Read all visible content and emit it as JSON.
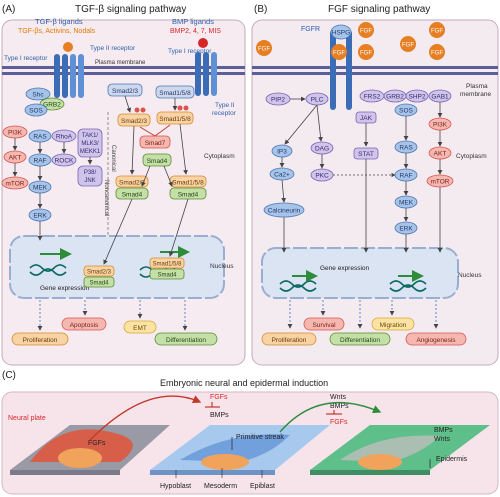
{
  "panelA": {
    "letter": "(A)",
    "title": "TGF-β signaling pathway",
    "ligands_head": "TGF-β ligands",
    "ligands_list": "TGF-βs, Activins, Nodals",
    "type_i": "Type I receptor",
    "type_ii": "Type II receptor",
    "plasma_membrane": "Plasma membrane",
    "bmp_head": "BMP ligands",
    "bmp_list": "BMP2, 4, 7, MIS",
    "type_i_right": "Type I receptor",
    "type_ii_right_1": "Type II",
    "type_ii_right_2": "receptor",
    "shc": "Shc",
    "grb2": "GRB2",
    "sos": "SOS",
    "smad23_top": "Smad2/3",
    "smad158_top": "Smad1/5/8",
    "smad23_p": "Smad2/3",
    "smad158_p": "Smad1/5/8",
    "smad7": "Smad7",
    "smad4": "Smad4",
    "smad23_mid": "Smad2/3",
    "smad4_mid_left": "Smad4",
    "smad158_mid": "Smad1/5/8",
    "smad4_mid_right": "Smad4",
    "pi3k": "PI3K",
    "akt": "AKT",
    "mtor": "mTOR",
    "ras": "RAS",
    "raf": "RAF",
    "mek": "MEK",
    "erk": "ERK",
    "rhoa": "RhoA",
    "rock": "ROCK",
    "tak1": "TAK1/",
    "mlk3": "MLK3/",
    "mekk1": "MEKK1",
    "p38": "P38/",
    "jnk": "JNK",
    "canonical": "Canonical",
    "noncanonical": "Noncanonical",
    "cytoplasm": "Cytoplasm",
    "nucleus": "Nucleus",
    "gene_expression": "Gene expression",
    "nuc_smad23": "Smad2/3",
    "nuc_smad4_left": "Smad4",
    "nuc_smad158": "Smad1/5/8",
    "nuc_smad4_right": "Smad4",
    "apoptosis": "Apoptosis",
    "proliferation": "Proliferation",
    "emt": "EMT",
    "differentiation": "Differentiation"
  },
  "panelB": {
    "letter": "(B)",
    "title": "FGF signaling pathway",
    "fgfr": "FGFR",
    "hspg": "HSPG",
    "fgf": "FGF",
    "pip2": "PIP2",
    "plc": "PLC",
    "frs2": "FRS2",
    "grb2": "GRB2",
    "shp2": "SHP2",
    "gab1": "GAB1",
    "sos": "SOS",
    "jak": "JAK",
    "stat": "STAT",
    "ip3": "IP3",
    "dag": "DAG",
    "pkc": "PKC",
    "ca2": "Ca2+",
    "calcineurin": "Calcineurin",
    "ras": "RAS",
    "raf": "RAF",
    "mek": "MEK",
    "erk": "ERK",
    "pi3k": "PI3K",
    "akt": "AKT",
    "mtor": "mTOR",
    "plasma_1": "Plasma",
    "plasma_2": "membrane",
    "cytoplasm": "Cytoplasm",
    "nucleus": "Nucleus",
    "gene_expression": "Gene expression",
    "proliferation": "Proliferation",
    "survival": "Survival",
    "differentiation": "Differentiation",
    "migration": "Migration",
    "angiogenesis": "Angiogenesis"
  },
  "panelC": {
    "letter": "(C)",
    "title": "Embryonic neural and epidermal induction",
    "neural_plate": "Neural plate",
    "fgfs_left": "FGFs",
    "fgfs_top": "FGFs",
    "bmps_top": "BMPs",
    "wnts_top": "Wnts",
    "bmps_top2": "BMPs",
    "fgfs_top2": "FGFs",
    "primitive_streak": "Primitive streak",
    "bmps_right": "BMPs",
    "wnts_right": "Wnts",
    "epidermis": "Epidermis",
    "hypoblast": "Hypoblast",
    "mesoderm": "Mesoderm",
    "epiblast": "Epiblast"
  },
  "colors": {
    "panel_bg_a": "#f5e9ee",
    "panel_bg_b": "#f2e9ef",
    "panel_bg_c": "#f7e4ea",
    "membrane": "#5b5f99",
    "receptor": "#3b6cb6",
    "node_blue": "#a8c3e8",
    "node_blue_border": "#4a78b8",
    "node_red": "#f4b8b0",
    "node_red_border": "#d9534f",
    "node_green": "#c5dfa8",
    "node_green_border": "#5a8d2f",
    "node_orange": "#f8d3a6",
    "node_orange_border": "#d98a2b",
    "node_purple": "#cfc4ea",
    "node_purple_border": "#7b63b6",
    "fgf_fill": "#e67e22",
    "red_text": "#d62728",
    "blue_text": "#2b5fad",
    "orange_text": "#e07b00"
  }
}
